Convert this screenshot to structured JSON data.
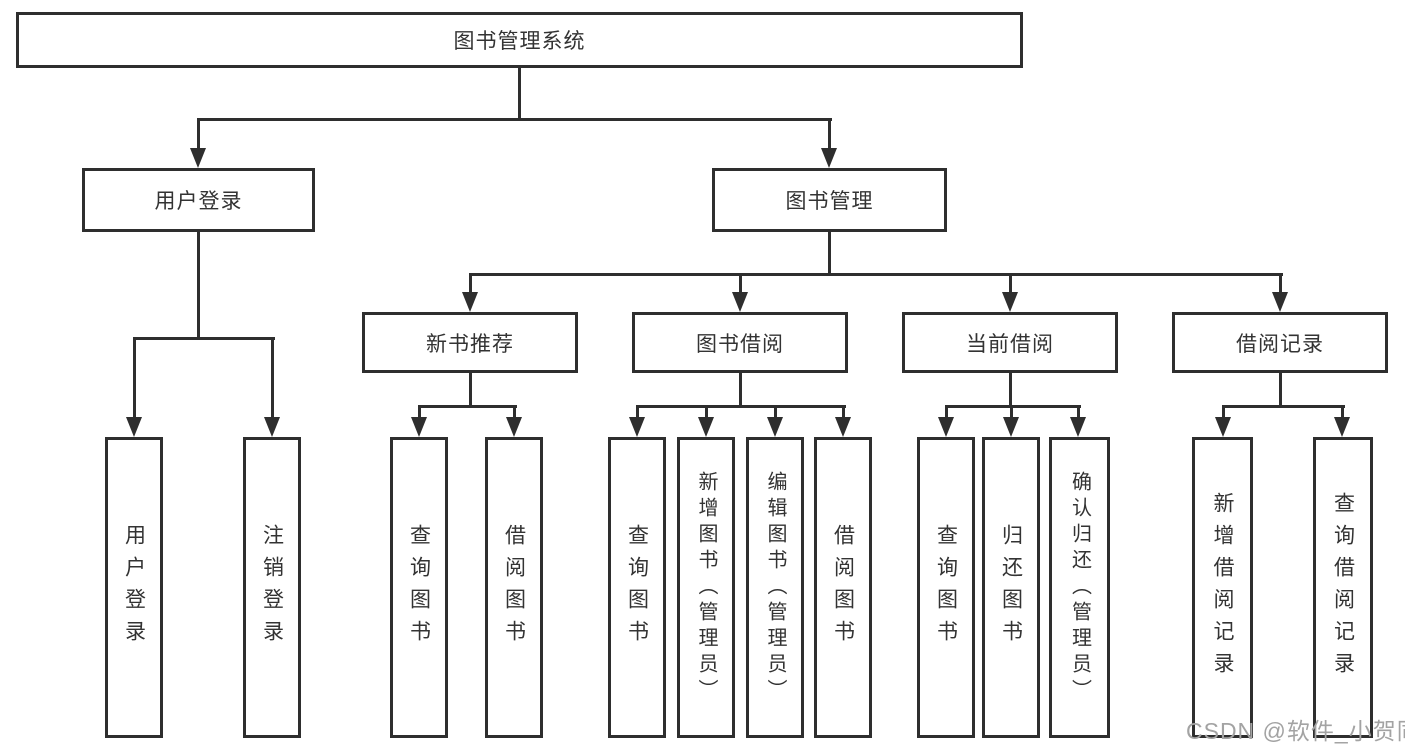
{
  "diagram": {
    "title": "图书管理系统",
    "type": "hierarchy-tree",
    "root": "图书管理系统",
    "level2": [
      "用户登录",
      "图书管理"
    ],
    "level3": [
      "新书推荐",
      "图书借阅",
      "当前借阅",
      "借阅记录"
    ],
    "level4": [
      "用户登录",
      "注销登录",
      "查询图书",
      "借阅图书",
      "查询图书",
      "新增图书（管理员）",
      "编辑图书（管理员）",
      "借阅图书",
      "查询图书",
      "归还图书",
      "确认归还（管理员）",
      "新增借阅记录",
      "查询借阅记录"
    ],
    "edges": [
      [
        "图书管理系统",
        "用户登录"
      ],
      [
        "图书管理系统",
        "图书管理"
      ],
      [
        "用户登录",
        "用户登录(叶)"
      ],
      [
        "用户登录",
        "注销登录"
      ],
      [
        "图书管理",
        "新书推荐"
      ],
      [
        "图书管理",
        "图书借阅"
      ],
      [
        "图书管理",
        "当前借阅"
      ],
      [
        "图书管理",
        "借阅记录"
      ],
      [
        "新书推荐",
        "查询图书"
      ],
      [
        "新书推荐",
        "借阅图书"
      ],
      [
        "图书借阅",
        "查询图书"
      ],
      [
        "图书借阅",
        "新增图书（管理员）"
      ],
      [
        "图书借阅",
        "编辑图书（管理员）"
      ],
      [
        "图书借阅",
        "借阅图书"
      ],
      [
        "当前借阅",
        "查询图书"
      ],
      [
        "当前借阅",
        "归还图书"
      ],
      [
        "当前借阅",
        "确认归还（管理员）"
      ],
      [
        "借阅记录",
        "新增借阅记录"
      ],
      [
        "借阅记录",
        "查询借阅记录"
      ]
    ],
    "colors": {
      "line": "#2e2e2e",
      "box_border": "#2e2e2e",
      "box_fill": "#ffffff",
      "text": "#333333",
      "watermark": "#a3a3a3",
      "background": "#ffffff"
    }
  },
  "watermark": "CSDN @软件_小贺同学"
}
